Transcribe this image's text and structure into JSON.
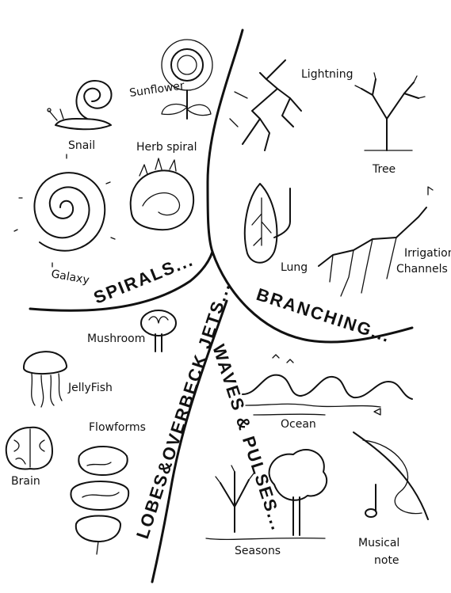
{
  "categories": {
    "spirals": "SPIRALS...",
    "branching": "BRANCHING...",
    "waves": "WAVES & PULSES...",
    "lobes": "LOBES&OVERBECK JETS..."
  },
  "labels": {
    "sunflower": "Sunflower",
    "snail": "Snail",
    "herb_spiral": "Herb spiral",
    "galaxy": "Galaxy",
    "lightning": "Lightning",
    "tree": "Tree",
    "lung": "Lung",
    "irrigation_1": "Irrigation",
    "irrigation_2": "Channels",
    "mushroom": "Mushroom",
    "jellyfish": "JellyFish",
    "flowforms": "Flowforms",
    "brain": "Brain",
    "ocean": "Ocean",
    "seasons": "Seasons",
    "musical_1": "Musical",
    "musical_2": "note"
  }
}
